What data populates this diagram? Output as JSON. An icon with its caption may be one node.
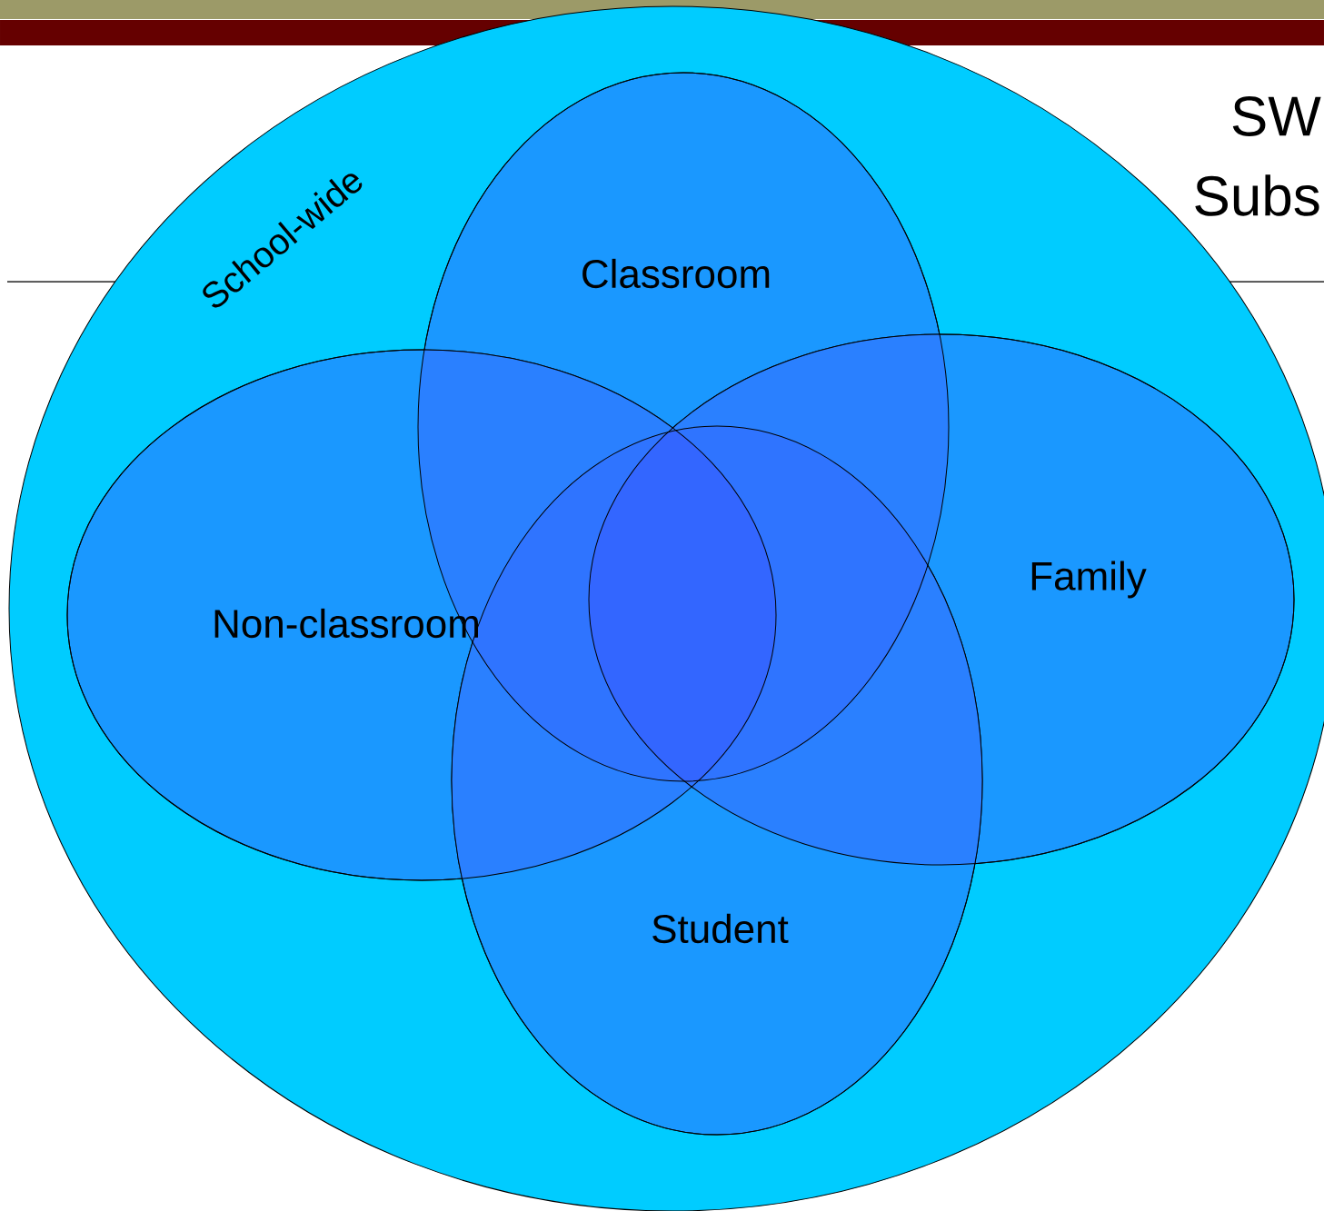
{
  "diagram": {
    "nodes": [
      {
        "text": [
          "School-wide"
        ]
      },
      {
        "text": [
          "Classroom"
        ],
        "in": 0
      },
      {
        "text": [
          "Non-classroom"
        ],
        "in": 0
      },
      {
        "text": [
          "Family"
        ],
        "in": 0
      },
      {
        "text": [
          "Student"
        ],
        "in": 0
      }
    ],
    "labels": [
      "SW",
      "Subs"
    ]
  }
}
